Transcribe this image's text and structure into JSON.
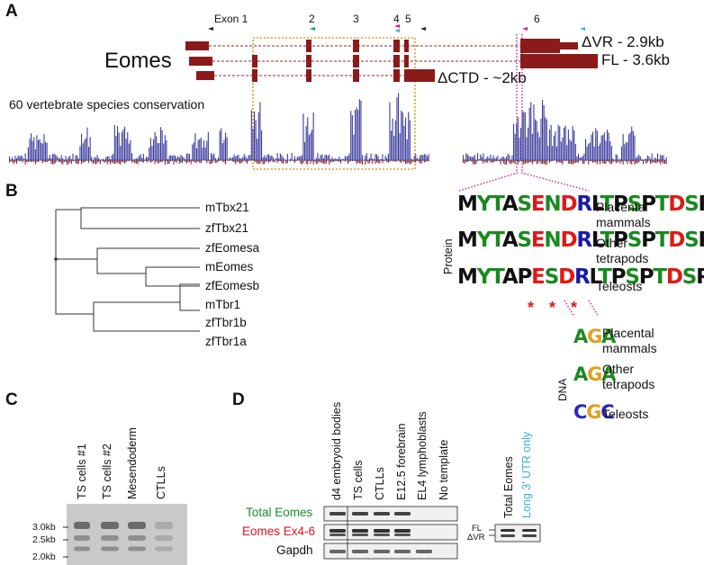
{
  "panels": {
    "a": "A",
    "b": "B",
    "c": "C",
    "d": "D"
  },
  "panel_a": {
    "exon_labels": [
      "Exon 1",
      "2",
      "3",
      "4",
      "5",
      "6"
    ],
    "gene": "Eomes",
    "transcripts": [
      "ΔVR - 2.9kb",
      "FL - 3.6kb",
      "ΔCTD - ~2kb"
    ],
    "conservation_label": "60 vertebrate species conservation"
  },
  "panel_b": {
    "taxa": [
      "mTbx21",
      "zfTbx21",
      "zfEomesa",
      "mEomes",
      "zfEomesb",
      "mTbr1",
      "zfTbr1b",
      "zfTbr1a"
    ],
    "protein_axis": "Protein",
    "dna_axis": "DNA",
    "protein_logos": [
      {
        "seq": "MYTASENDRLTPSPTDSPR",
        "group": [
          "Placental",
          "mammals"
        ]
      },
      {
        "seq": "MYTASENDRLTPSPTDSPR",
        "group": [
          "Other",
          "tetrapods"
        ]
      },
      {
        "seq": "MYTAPESDRLTPSPTDSPR",
        "group": [
          "Teleosts"
        ]
      }
    ],
    "dna_logos": [
      {
        "seq": "AGA",
        "group": [
          "Placental",
          "mammals"
        ]
      },
      {
        "seq": "AGA",
        "group": [
          "Other",
          "tetrapods"
        ]
      },
      {
        "seq": "CGC",
        "group": [
          "Teleosts"
        ]
      }
    ],
    "marks": "* * *"
  },
  "panel_c": {
    "lanes": [
      "TS cells #1",
      "TS cells #2",
      "Mesendoderm",
      "CTLLs"
    ],
    "markers": [
      "3.0kb",
      "2.5kb",
      "2.0kb"
    ]
  },
  "panel_d": {
    "lanes": [
      "d4 embryoid bodies",
      "TS cells",
      "CTLLs",
      "E12.5 forebrain",
      "EL4 lymphoblasts",
      "No template"
    ],
    "rows": [
      "Total Eomes",
      "Eomes Ex4-6",
      "Gapdh"
    ],
    "side_lanes": [
      "Total Eomes",
      "Long 3' UTR only"
    ],
    "band_labels": [
      "FL",
      "ΔVR"
    ]
  },
  "colors": {
    "exon": "#8b1a1a",
    "conservation": "#3b3c9c",
    "conservation_neg": "#8b2323",
    "orange_box": "#e0a030",
    "magenta": "#d0208a",
    "green_text": "#1e8a2e",
    "red_text": "#e0101e",
    "cyan_text": "#3bb0d8",
    "aa_green": "#1a8a20",
    "aa_red": "#e01818",
    "aa_blue": "#1a1aa8",
    "aa_black": "#111111"
  }
}
